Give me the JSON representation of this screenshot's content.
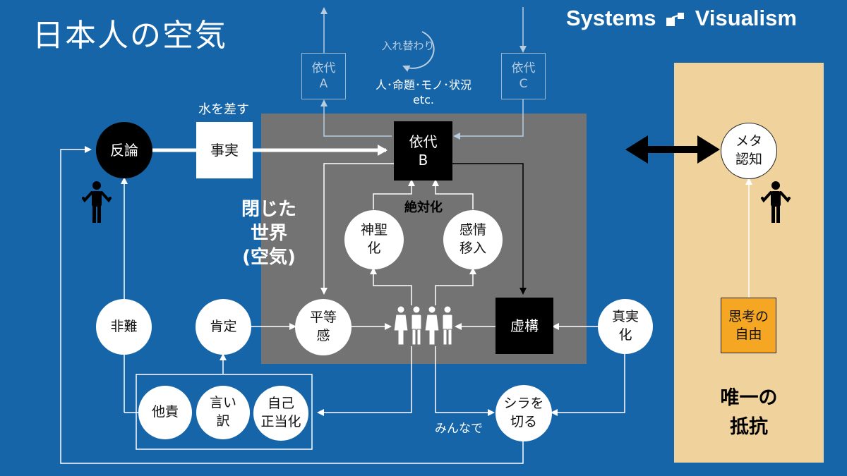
{
  "title": "日本人の空気",
  "brand": {
    "left": "Systems",
    "right": "Visualism"
  },
  "labels": {
    "mizu": "水を差す",
    "irekawari": "入れ替わり",
    "items": "人･命題･モノ･状況\netc.",
    "closed_world": "閉じた\n世界\n(空気)",
    "zettaika": "絶対化",
    "minnade": "みんなで",
    "resistance": "唯一の\n抵抗"
  },
  "nodes": {
    "hanron": "反論",
    "jijitsu": "事実",
    "yoriA": "依代\nA",
    "yoriB": "依代\nB",
    "yoriC": "依代\nC",
    "shinseika": "神聖\n化",
    "kanjo": "感情\n移入",
    "byodo": "平等\n感",
    "kyoko": "虚構",
    "shinjitsuka": "真実\n化",
    "hinan": "非難",
    "kotei": "肯定",
    "taseki": "他責",
    "iiwake": "言い\n訳",
    "jiko": "自己\n正当化",
    "shira": "シラを\n切る",
    "meta": "メタ\n認知",
    "shiko": "思考の\n自由"
  },
  "colors": {
    "background": "#1565a8",
    "closed_world": "#737373",
    "resistance_panel": "#f0d39c",
    "freedom_box": "#f5a623"
  }
}
